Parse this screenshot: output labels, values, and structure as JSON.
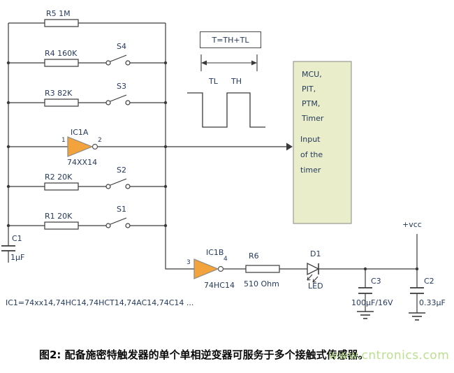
{
  "labels": {
    "r5": "R5 1M",
    "r4": "R4 160K",
    "r3": "R3 82K",
    "r2": "R2 20K",
    "r1": "R1 20K",
    "s4": "S4",
    "s3": "S3",
    "s2": "S2",
    "s1": "S1",
    "ic1a_name": "IC1A",
    "ic1a_part": "74XX14",
    "ic1a_pin_in": "1",
    "ic1a_pin_out": "2",
    "ic1b_name": "IC1B",
    "ic1b_part": "74HC14",
    "ic1b_pin_in": "3",
    "ic1b_pin_out": "4",
    "r6_name": "R6",
    "r6_value": "510 Ohm",
    "d1_name": "D1",
    "d1_type": "LED",
    "c1_name": "C1",
    "c1_value": "1µF",
    "c3_name": "C3",
    "c3_value": "100µF/16V",
    "c2_name": "C2",
    "c2_value": "0.33µF",
    "vcc": "+vcc"
  },
  "waveform": {
    "formula": "T=TH+TL",
    "tl": "TL",
    "th": "TH"
  },
  "mcu": {
    "lines": [
      "MCU,",
      "PIT,",
      "PTM,",
      "Timer"
    ],
    "input": [
      "Input",
      "of the",
      "timer"
    ]
  },
  "footer": {
    "ic_note": "IC1=74xx14,74HC14,74HCT14,74AC14,74C14 ...",
    "caption": "图2: 配备施密特触发器的单个单相逆变器可服务于多个接触式传感器。",
    "watermark": "www.cntronics.com"
  },
  "colors": {
    "wire": "#3a3a3a",
    "label_text": "#253a5e",
    "inverter_fill": "#f2a33c",
    "mcu_fill": "#e9edc9",
    "watermark": "#b6dd86"
  }
}
